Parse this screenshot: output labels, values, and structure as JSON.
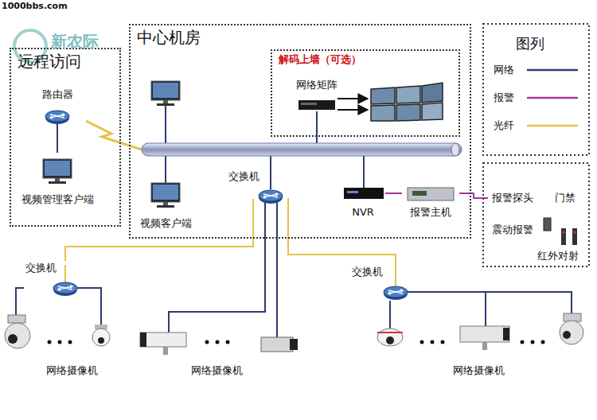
{
  "diagram": {
    "nodes": [
      {
        "text": [
          "远程访问"
        ]
      },
      {
        "text": [
          "路由器"
        ],
        "in": 0
      },
      {
        "text": [
          "视频管理客户端"
        ],
        "in": 0
      },
      {
        "text": [
          "中心机房"
        ]
      },
      {
        "text": [
          "解码上墙（可选）"
        ],
        "in": 3
      },
      {
        "text": [
          "网络矩阵"
        ],
        "in": 4
      },
      {
        "text": [
          "视频客户端"
        ],
        "in": 3
      },
      {
        "text": [
          "交换机"
        ],
        "in": 3
      },
      {
        "text": [
          "NVR"
        ],
        "in": 3
      },
      {
        "text": [
          "报警主机"
        ],
        "in": 3
      },
      {
        "text": [
          "报警探头"
        ]
      },
      {
        "text": [
          "门禁"
        ]
      },
      {
        "text": [
          "震动报警"
        ]
      },
      {
        "text": [
          "红外对射"
        ]
      },
      {
        "text": [
          "交换机"
        ]
      },
      {
        "text": [
          "网络摄像机"
        ]
      },
      {
        "text": [
          "网络摄像机"
        ]
      },
      {
        "text": [
          "交换机"
        ]
      },
      {
        "text": [
          "网络摄像机"
        ]
      }
    ],
    "edges": [
      {
        "from": 1,
        "to": 2,
        "arrow": "none"
      },
      {
        "from": 7,
        "to": 14,
        "arrow": "none"
      },
      {
        "from": 7,
        "to": 16,
        "arrow": "none"
      },
      {
        "from": 7,
        "to": 17,
        "arrow": "none"
      },
      {
        "from": 14,
        "to": 15,
        "arrow": "none"
      },
      {
        "from": 17,
        "to": 18,
        "arrow": "none"
      },
      {
        "from": 8,
        "to": 9,
        "arrow": "none"
      },
      {
        "from": 9,
        "to": 10,
        "arrow": "none"
      }
    ],
    "labels": [
      "1000bbs.com",
      "新农际",
      "图列"
    ],
    "legend": [
      {
        "text": "网络"
      },
      {
        "text": "报警"
      },
      {
        "text": "光纤"
      }
    ]
  }
}
